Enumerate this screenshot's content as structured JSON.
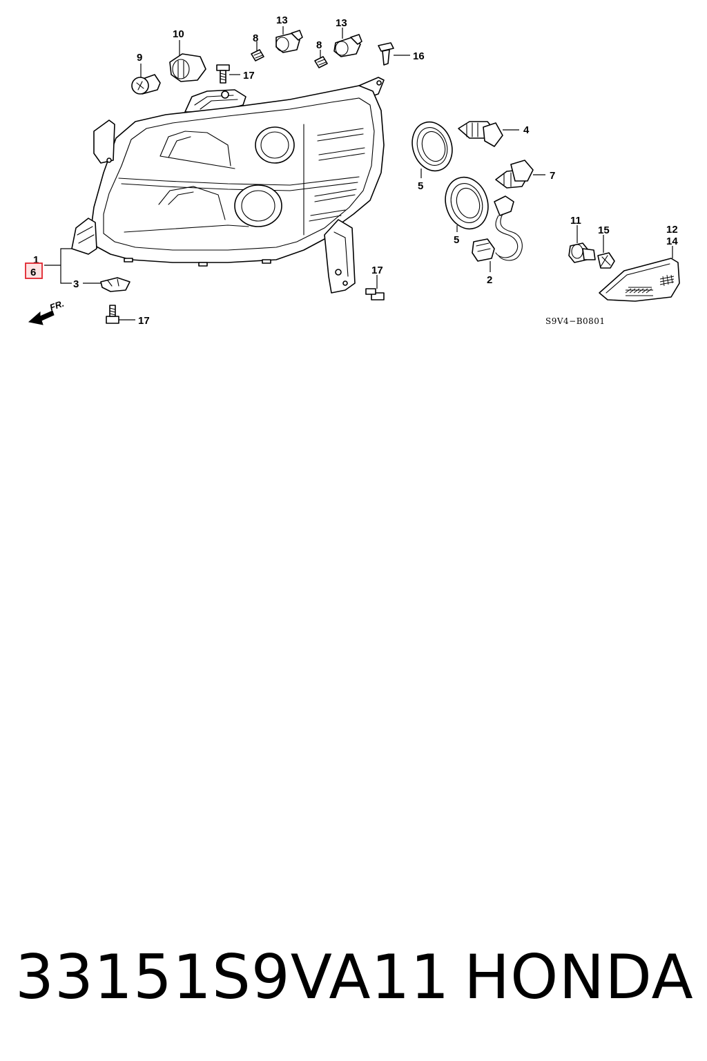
{
  "diagram": {
    "code": "S9V4−B0801",
    "direction_label": "FR.",
    "highlight_color": "#e0222b",
    "callouts": {
      "c1": "1",
      "c2": "2",
      "c3": "3",
      "c4": "4",
      "c5a": "5",
      "c5b": "5",
      "c6": "6",
      "c7": "7",
      "c8a": "8",
      "c8b": "8",
      "c9": "9",
      "c10": "10",
      "c11": "11",
      "c12": "12",
      "c13a": "13",
      "c13b": "13",
      "c14": "14",
      "c15": "15",
      "c16": "16",
      "c17a": "17",
      "c17b": "17",
      "c17c": "17"
    }
  },
  "caption": {
    "part_number": "33151S9VA11",
    "brand": "HONDA"
  }
}
